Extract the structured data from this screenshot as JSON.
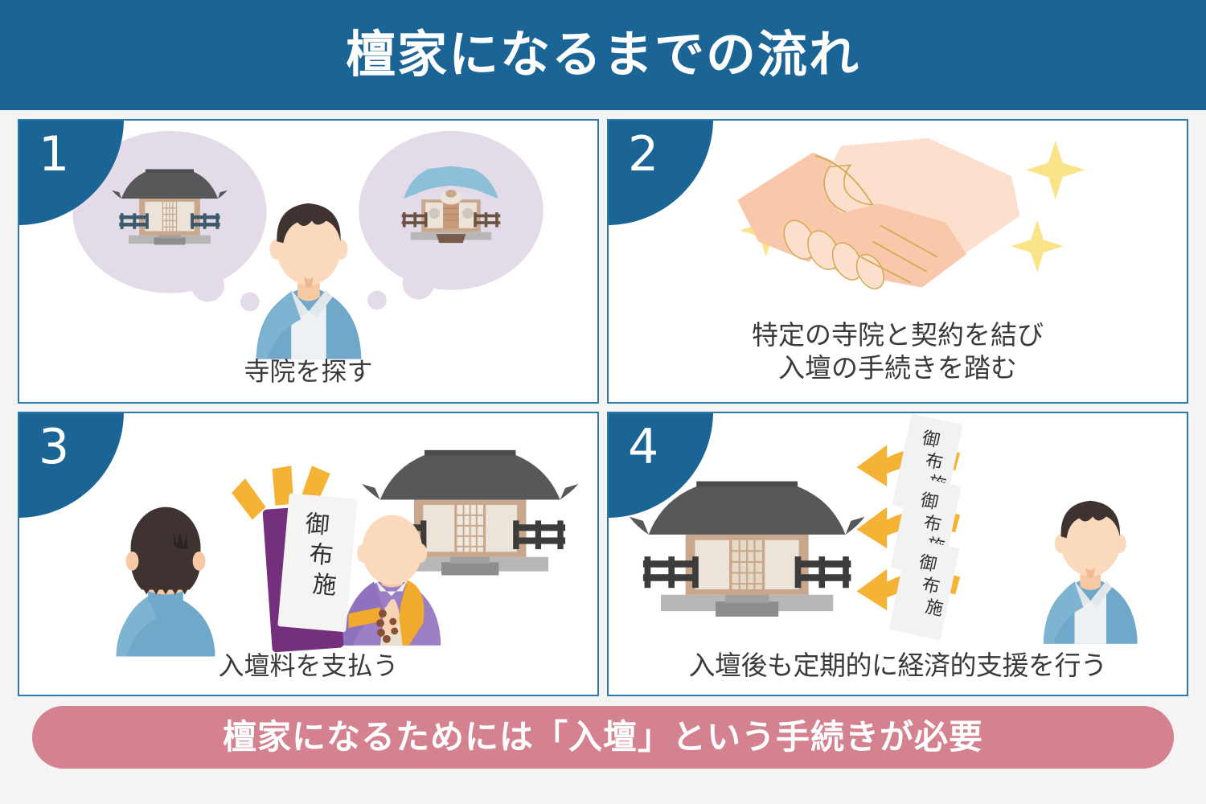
{
  "header": {
    "title": "檀家になるまでの流れ",
    "bg_color": "#1a6596",
    "text_color": "#ffffff"
  },
  "page": {
    "background_color": "#f4f4f4",
    "card_border_color": "#2b7aa8",
    "badge_color": "#1a6596",
    "caption_color": "#3a3a3a"
  },
  "steps": [
    {
      "number": "1",
      "caption": "寺院を探す",
      "illustration": "man-with-two-thought-bubbles-containing-temples",
      "elements": [
        "thought-bubble-temple-gray-roof",
        "thought-bubble-temple-blue-roof",
        "man-front-view-blue-jacket"
      ]
    },
    {
      "number": "2",
      "caption": "特定の寺院と契約を結び\n入壇の手続きを踏む",
      "illustration": "handshake-with-sparkles",
      "elements": [
        "handshake",
        "sparkle-top-right",
        "sparkle-left",
        "sparkle-bottom-right"
      ]
    },
    {
      "number": "3",
      "caption": "入壇料を支払う",
      "illustration": "man-handing-ofuse-envelope-to-monk-at-temple",
      "envelope_label": "御布施",
      "elements": [
        "man-back-view-blue-shirt",
        "ofuse-envelope-purple",
        "monk-purple-robe",
        "temple-gray-roof",
        "yellow-emphasis-lines"
      ]
    },
    {
      "number": "4",
      "caption": "入壇後も定期的に経済的支援を行う",
      "illustration": "man-sending-repeated-ofuse-donations-to-temple",
      "envelope_label": "御布施",
      "envelope_count": 3,
      "elements": [
        "temple-gray-roof",
        "ofuse-envelope-white-1",
        "ofuse-envelope-white-2",
        "ofuse-envelope-white-3",
        "arrow-left-1",
        "arrow-left-2",
        "arrow-left-3",
        "man-front-view-blue-jacket"
      ]
    }
  ],
  "footer": {
    "text": "檀家になるためには「入壇」という手続きが必要",
    "bg_color": "#d4828f",
    "text_color": "#ffffff"
  },
  "palette": {
    "temple_roof": "#57585a",
    "temple_wall": "#c8a78c",
    "temple_panel": "#ece4d8",
    "temple_base": "#b7b7b7",
    "temple_fence": "#3c3c3c",
    "blue_roof": "#8cc0d9",
    "thought_bubble": "#e3dce8",
    "skin": "#f8d3b3",
    "hair": "#3e3330",
    "jacket_blue": "#6fa8c9",
    "shirt_white": "#eef1f3",
    "monk_robe": "#9b7fc4",
    "monk_kesa": "#f0ab2e",
    "envelope_purple": "#74307c",
    "envelope_white": "#f2f4f5",
    "arrow_yellow": "#f5b335",
    "sparkle_yellow": "#fbe38a",
    "hand_light": "#fcdfcd",
    "hand_dark": "#f9c8ab",
    "hand_outline": "#d5a953"
  }
}
